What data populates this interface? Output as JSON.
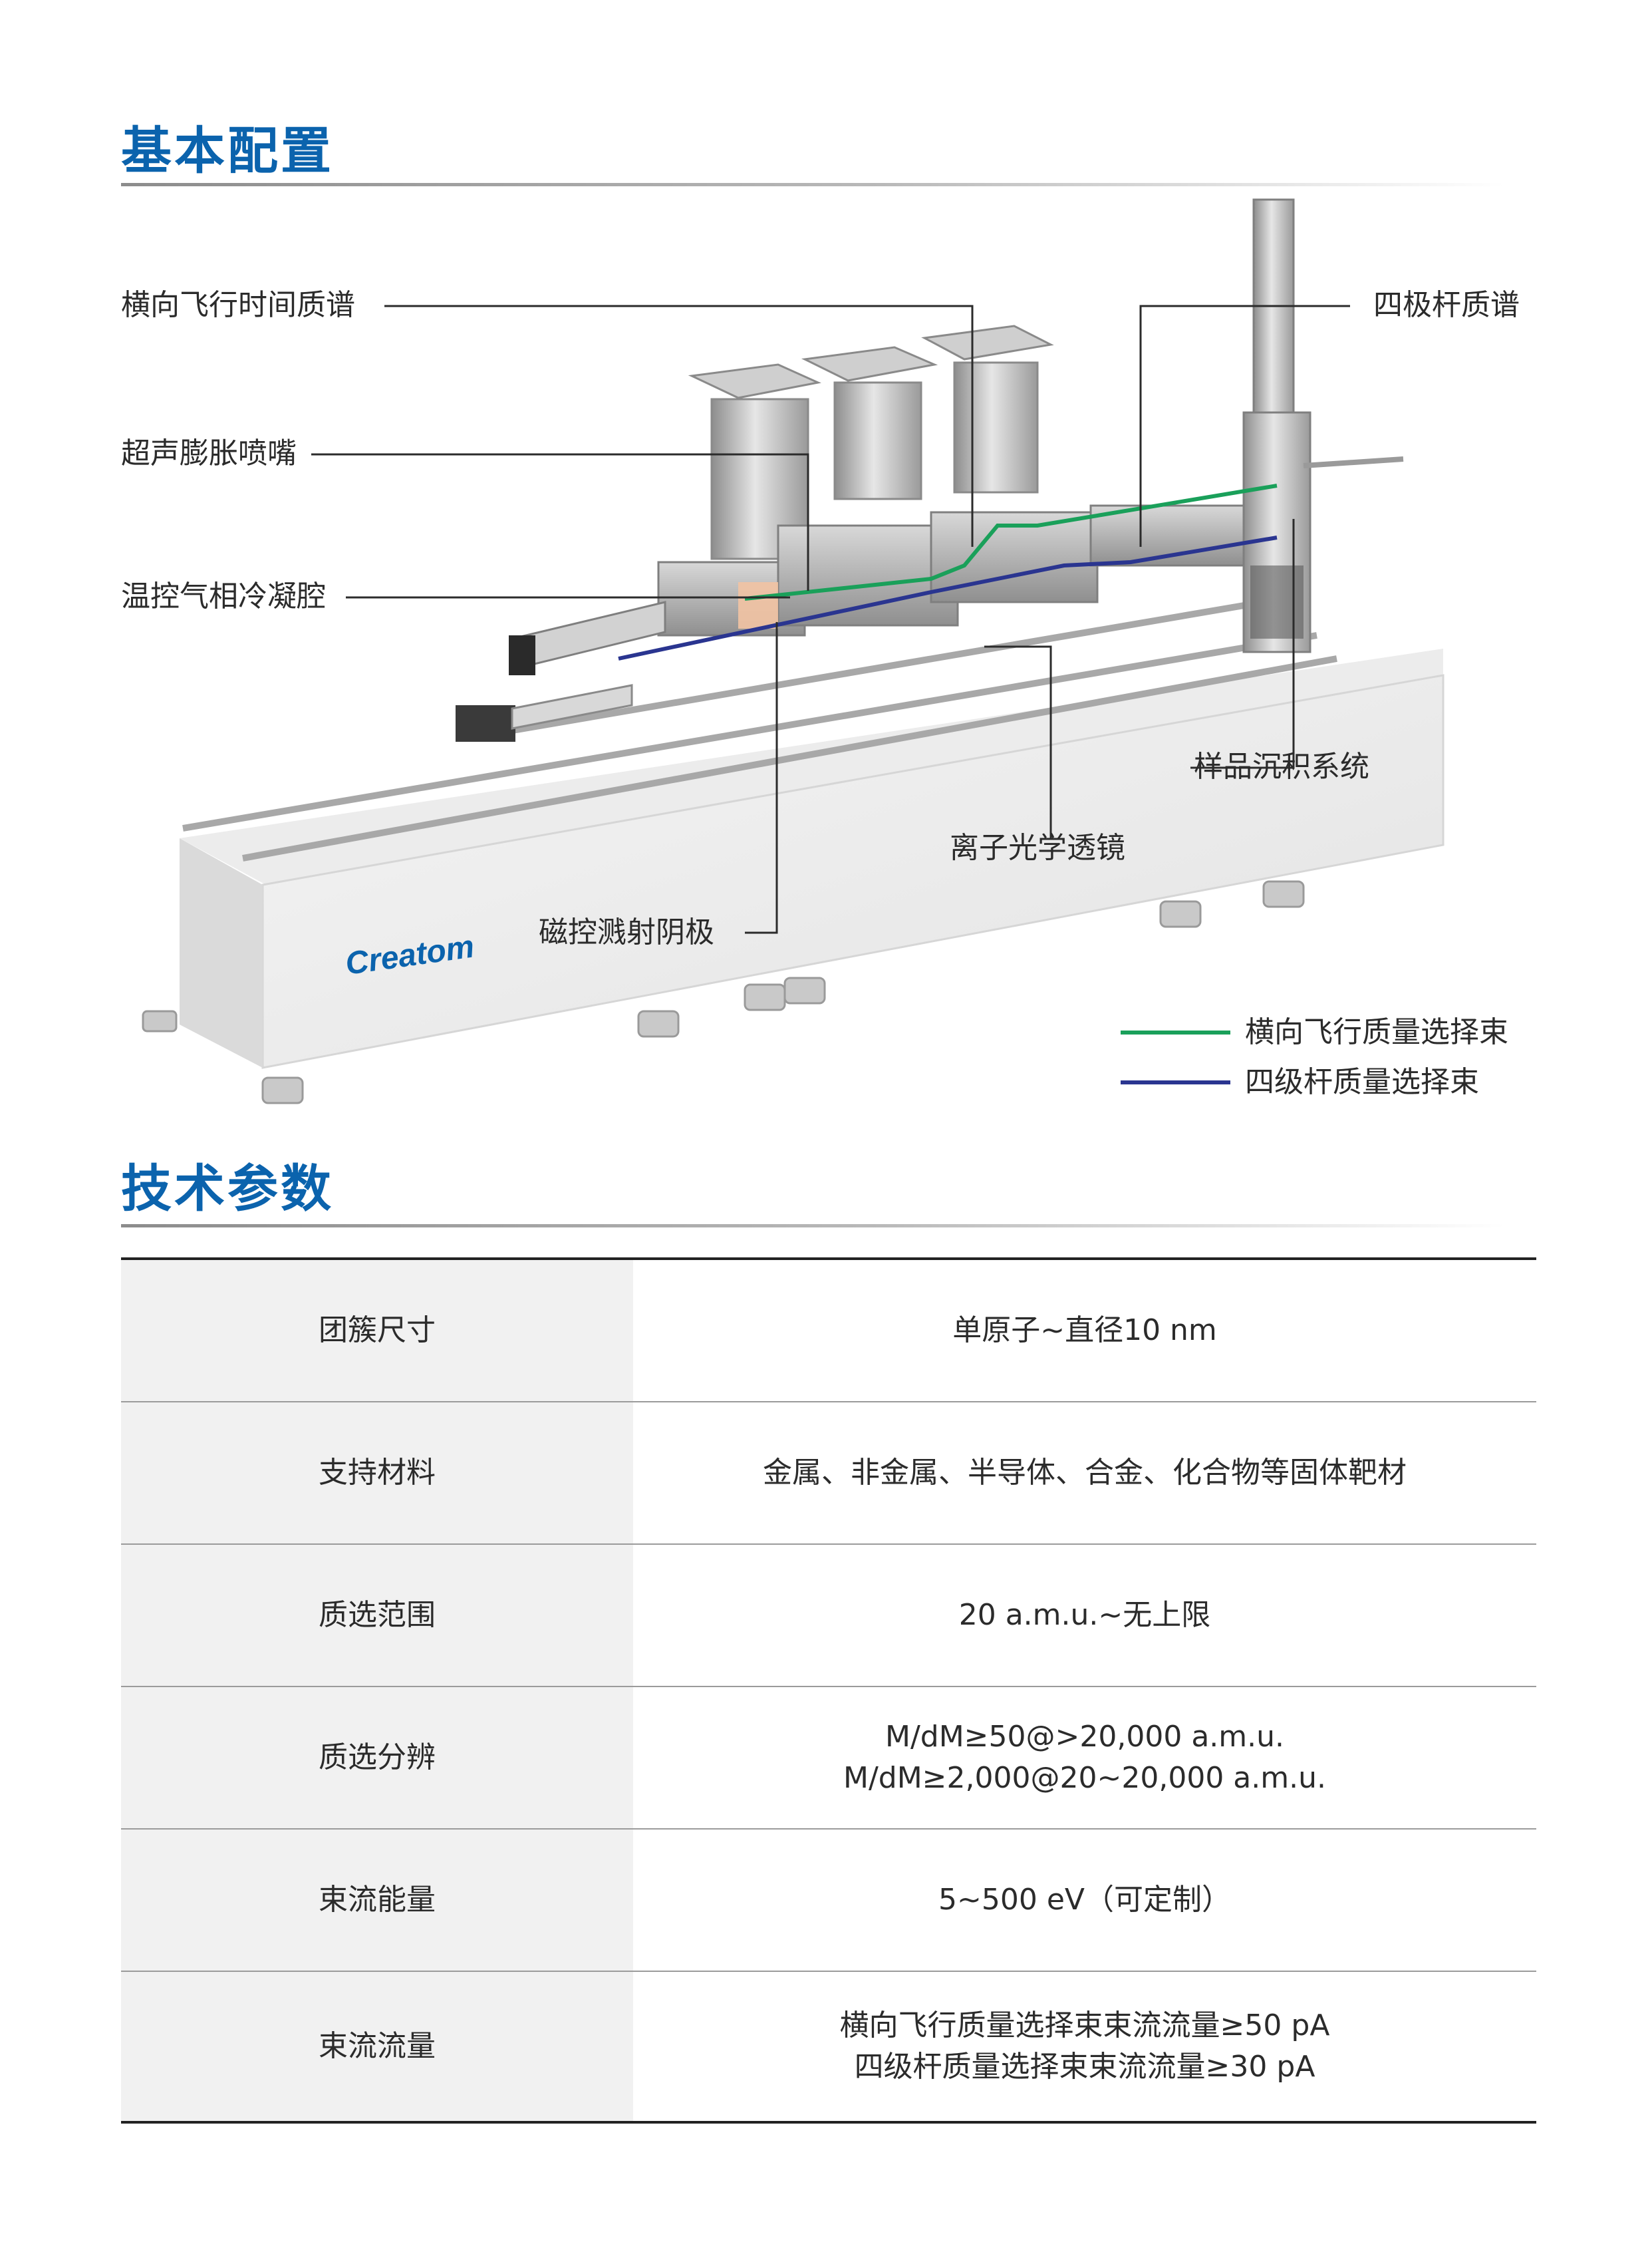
{
  "config_section": {
    "title": "基本配置",
    "callouts": {
      "tof_ms": "横向飞行时间质谱",
      "nozzle": "超声膨胀喷嘴",
      "condenser": "温控气相冷凝腔",
      "quadrupole": "四极杆质谱",
      "deposition": "样品沉积系统",
      "ion_optics": "离子光学透镜",
      "magnetron": "磁控溅射阴极"
    },
    "brand_logo": "Creatom",
    "legend": [
      {
        "label": "横向飞行质量选择束",
        "color": "#1aa05a"
      },
      {
        "label": "四级杆质量选择束",
        "color": "#2a3590"
      }
    ]
  },
  "spec_section": {
    "title": "技术参数",
    "rows": [
      {
        "key": "团簇尺寸",
        "lines": [
          "单原子~直径10 nm"
        ]
      },
      {
        "key": "支持材料",
        "lines": [
          "金属、非金属、半导体、合金、化合物等固体靶材"
        ]
      },
      {
        "key": "质选范围",
        "lines": [
          "20 a.m.u.~无上限"
        ]
      },
      {
        "key": "质选分辨",
        "lines": [
          "M/dM≥50@>20,000 a.m.u.",
          "M/dM≥2,000@20~20,000 a.m.u."
        ]
      },
      {
        "key": "束流能量",
        "lines": [
          "5~500 eV（可定制）"
        ]
      },
      {
        "key": "束流流量",
        "lines": [
          "横向飞行质量选择束束流流量≥50 pA",
          "四级杆质量选择束束流流量≥30 pA"
        ]
      }
    ]
  },
  "colors": {
    "title_blue": "#0b63ad",
    "tof_beam": "#1aa05a",
    "quad_beam": "#2a3590",
    "table_key_bg": "#f1f1f1"
  }
}
